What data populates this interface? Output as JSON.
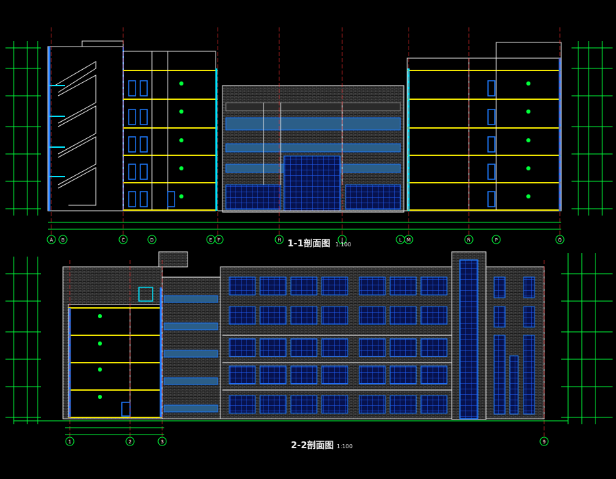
{
  "drawing": {
    "section_1": {
      "title": "1-1剖面图",
      "scale": "1:100",
      "axis_labels": [
        "A",
        "B",
        "C",
        "D",
        "E",
        "F",
        "H",
        "J",
        "L",
        "M",
        "N",
        "P",
        "Q"
      ]
    },
    "section_2": {
      "title": "2-2剖面图",
      "scale": "1:100",
      "axis_labels": [
        "1",
        "2",
        "3",
        "9"
      ]
    }
  },
  "colors": {
    "background": "#000000",
    "wall_blue": "#1e7bff",
    "slab_yellow": "#f2e600",
    "cyan": "#00e5ff",
    "green": "#00ff3a",
    "white": "#e8e8e8",
    "red": "#ff3030",
    "brick": "#6a6a6a",
    "glass": "#1b3fff"
  }
}
